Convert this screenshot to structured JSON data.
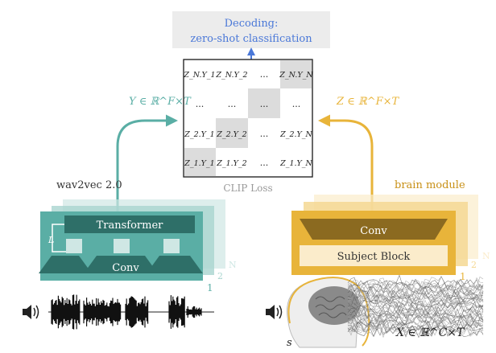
{
  "decoding": {
    "title": "Decoding:",
    "subtitle": "zero-shot classification"
  },
  "clip_loss": {
    "label": "CLIP Loss",
    "matrix": [
      [
        "Z_N.Y_1",
        "Z_N.Y_2",
        "...",
        "Z_N.Y_N"
      ],
      [
        "...",
        "...",
        "...",
        "..."
      ],
      [
        "Z_2.Y_1",
        "Z_2.Y_2",
        "...",
        "Z_2.Y_N"
      ],
      [
        "Z_1.Y_1",
        "Z_1.Y_2",
        "...",
        "Z_1.Y_N"
      ]
    ],
    "highlight_cells": [
      [
        0,
        3
      ],
      [
        1,
        2
      ],
      [
        2,
        1
      ],
      [
        3,
        0
      ]
    ]
  },
  "speech": {
    "name": "wav2vec 2.0",
    "output_label": "Y ∈ ℝ^F×T",
    "transformer_label": "Transformer",
    "conv_label": "Conv",
    "layer_label": "L",
    "stack_labels": [
      "1",
      "2",
      "N"
    ],
    "color": "#5aaea5"
  },
  "brain": {
    "name": "brain module",
    "output_label": "Z ∈ ℝ^F×T",
    "conv_label": "Conv",
    "subject_label": "Subject Block",
    "stack_labels": [
      "1",
      "2",
      "N"
    ],
    "input_label": "X ∈ ℝ^C×T",
    "subject_var": "s",
    "color": "#e8b43a"
  },
  "icons": [
    "speaker-icon",
    "brain-head-icon"
  ]
}
